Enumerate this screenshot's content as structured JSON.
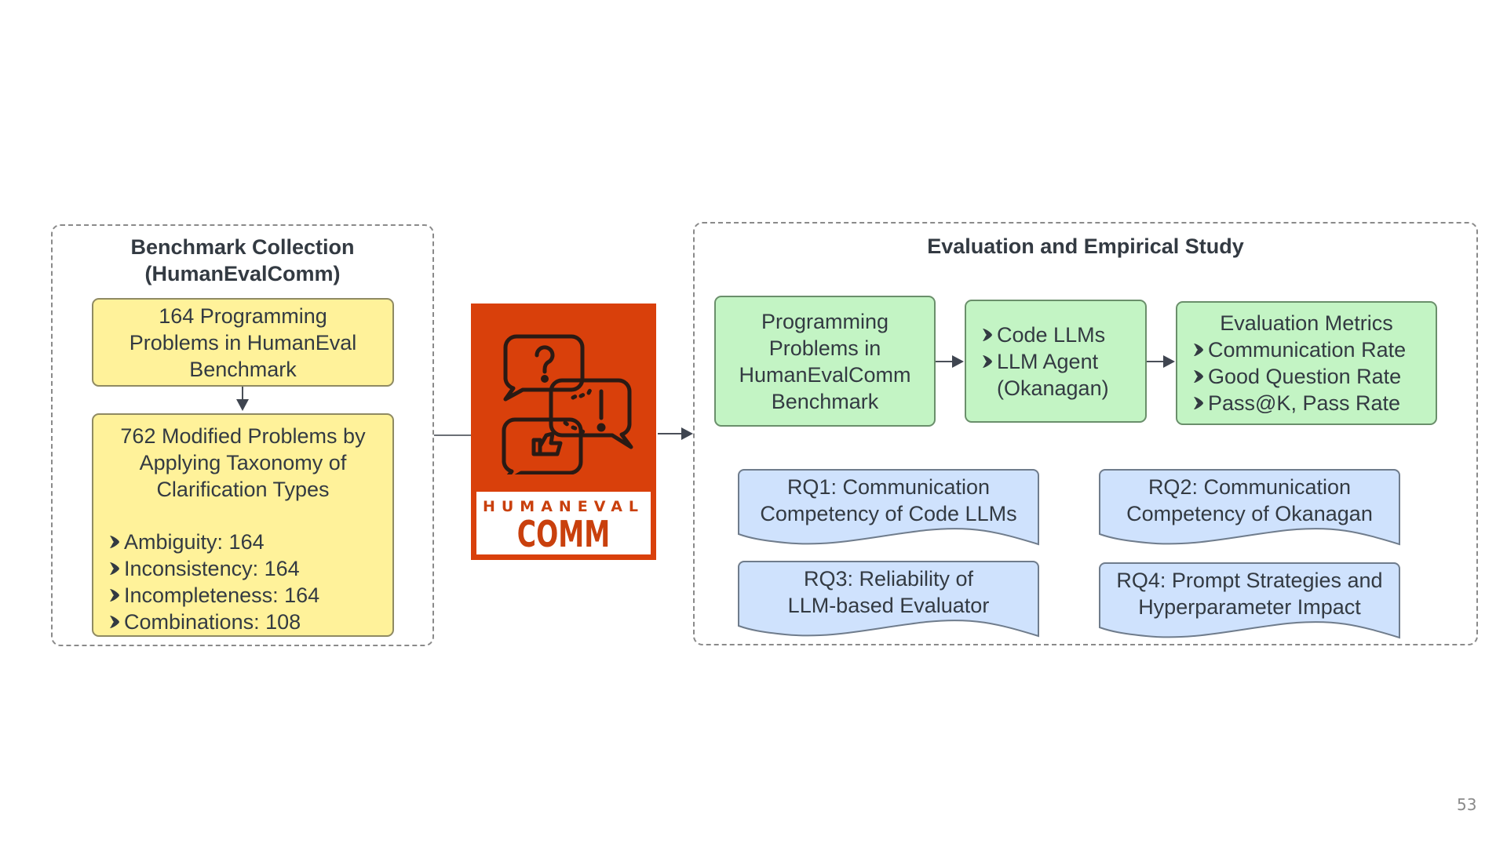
{
  "benchmark_collection": {
    "title_line1": "Benchmark Collection",
    "title_line2": "(HumanEvalComm)",
    "original_box": {
      "lines": [
        "164 Programming",
        "Problems in HumanEval",
        "Benchmark"
      ]
    },
    "modified_box": {
      "lines": [
        "762 Modified Problems by",
        "Applying Taxonomy of",
        "Clarification Types"
      ],
      "bullets": [
        "Ambiguity: 164",
        "Inconsistency: 164",
        "Incompleteness: 164",
        "Combinations: 108"
      ]
    }
  },
  "logo": {
    "top_text": "HUMANEVAL",
    "bottom_text": "COMM",
    "icon": "chat-bubbles-icon",
    "accent_color": "#d9400b"
  },
  "evaluation_study": {
    "title": "Evaluation and Empirical Study",
    "problems_box": {
      "lines": [
        "Programming",
        "Problems in",
        "HumanEvalComm",
        "Benchmark"
      ]
    },
    "models_box": {
      "bullets": [
        "Code LLMs",
        "LLM Agent"
      ],
      "continuation": "(Okanagan)"
    },
    "metrics_box": {
      "title": "Evaluation Metrics",
      "bullets": [
        "Communication Rate",
        "Good Question Rate",
        "Pass@K, Pass Rate"
      ]
    },
    "research_questions": [
      {
        "lines": [
          "RQ1: Communication",
          "Competency of Code LLMs"
        ]
      },
      {
        "lines": [
          "RQ2: Communication",
          "Competency of Okanagan"
        ]
      },
      {
        "lines": [
          "RQ3: Reliability of",
          "LLM-based Evaluator"
        ]
      },
      {
        "lines": [
          "RQ4: Prompt Strategies and",
          "Hyperparameter Impact"
        ]
      }
    ]
  },
  "colors": {
    "yellow_box": "#fff29a",
    "green_box": "#c3f4c4",
    "blue_box": "#cfe2fd",
    "text": "#333a42"
  },
  "page_number": "53"
}
